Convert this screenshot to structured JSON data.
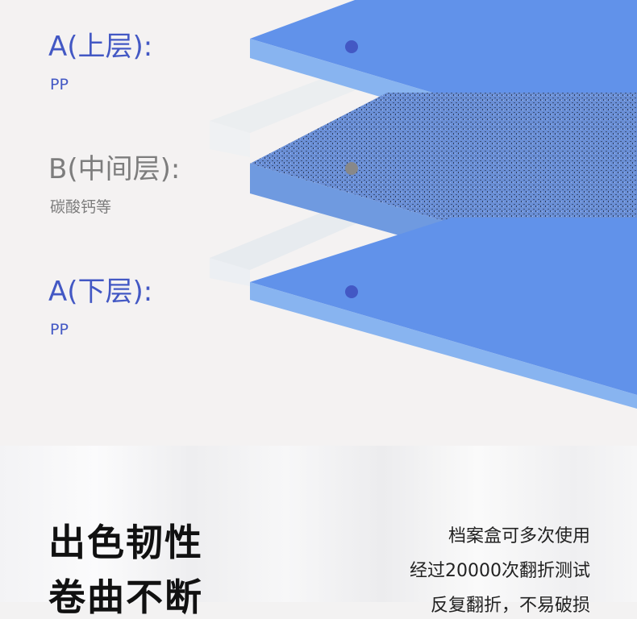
{
  "layers": [
    {
      "label": "A(上层):",
      "material": "PP",
      "color": "#4358c4"
    },
    {
      "label": "B(中间层):",
      "material": "碳酸钙等",
      "color": "#7d7d7d"
    },
    {
      "label": "A(下层):",
      "material": "PP",
      "color": "#4358c4"
    }
  ],
  "feature": {
    "title_line1": "出色韧性",
    "title_line2": "卷曲不断",
    "desc": [
      "档案盒可多次使用",
      "经过20000次翻折测试",
      "反复翻折，不易破损"
    ]
  }
}
